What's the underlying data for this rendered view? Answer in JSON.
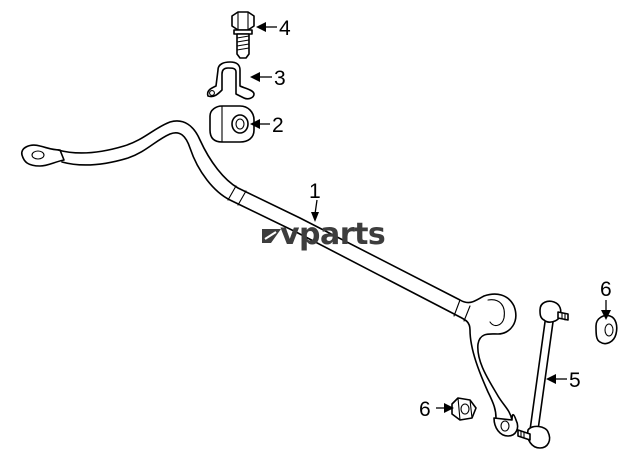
{
  "callouts": [
    {
      "id": "1",
      "part": "stabilizer-bar"
    },
    {
      "id": "2",
      "part": "bushing"
    },
    {
      "id": "3",
      "part": "bracket"
    },
    {
      "id": "4",
      "part": "bolt"
    },
    {
      "id": "5",
      "part": "stabilizer-link"
    },
    {
      "id": "6",
      "part": "nut"
    },
    {
      "id": "6",
      "part": "nut"
    }
  ],
  "watermark": "vparts"
}
